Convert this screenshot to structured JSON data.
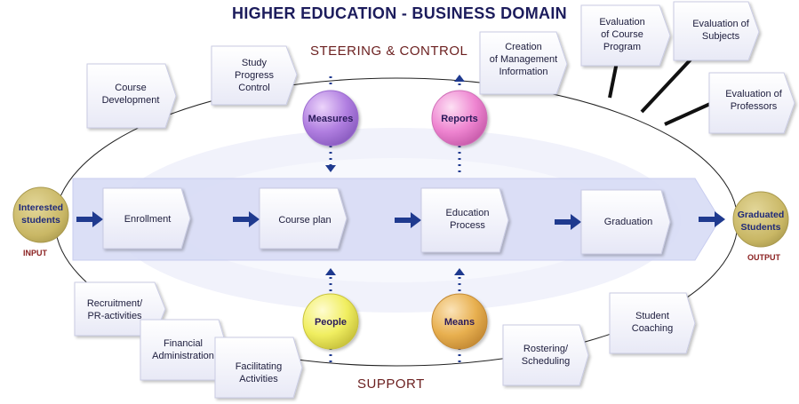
{
  "title": "HIGHER EDUCATION - BUSINESS DOMAIN",
  "sections": {
    "steering": "STEERING & CONTROL",
    "support": "SUPPORT"
  },
  "io": {
    "input": "INPUT",
    "output": "OUTPUT"
  },
  "endpoints": {
    "start": [
      "Interested",
      "students"
    ],
    "end": [
      "Graduated",
      "Students"
    ]
  },
  "process_steps": [
    [
      "Enrollment"
    ],
    [
      "Course plan"
    ],
    [
      "Education",
      "Process"
    ],
    [
      "Graduation"
    ]
  ],
  "steering_boxes": {
    "course_dev": [
      "Course",
      "Development"
    ],
    "study_progress": [
      "Study",
      "Progress",
      "Control"
    ],
    "creation_mgmt": [
      "Creation",
      "of Management",
      "Information"
    ],
    "eval_program": [
      "Evaluation",
      "of Course",
      "Program"
    ],
    "eval_subjects": [
      "Evaluation of",
      "Subjects"
    ],
    "eval_professors": [
      "Evaluation of",
      "Professors"
    ]
  },
  "support_boxes": {
    "recruitment": [
      "Recruitment/",
      "PR-activities"
    ],
    "financial": [
      "Financial",
      "Administration"
    ],
    "facilitating": [
      "Facilitating",
      "Activities"
    ],
    "rostering": [
      "Rostering/",
      "Scheduling"
    ],
    "student_coaching": [
      "Student",
      "Coaching"
    ]
  },
  "circles": {
    "measures": "Measures",
    "reports": "Reports",
    "people": "People",
    "means": "Means"
  },
  "colors": {
    "title": "#1c1c5c",
    "section_label": "#6b1f1f",
    "band": "#d8dcf6",
    "arrow": "#1f3a8f",
    "endpoint_fill": "#c9b765",
    "measures": "#b07ee0",
    "reports": "#ee84d0",
    "people": "#f0ee60",
    "means": "#e8b050",
    "box": "#eff0fa"
  }
}
